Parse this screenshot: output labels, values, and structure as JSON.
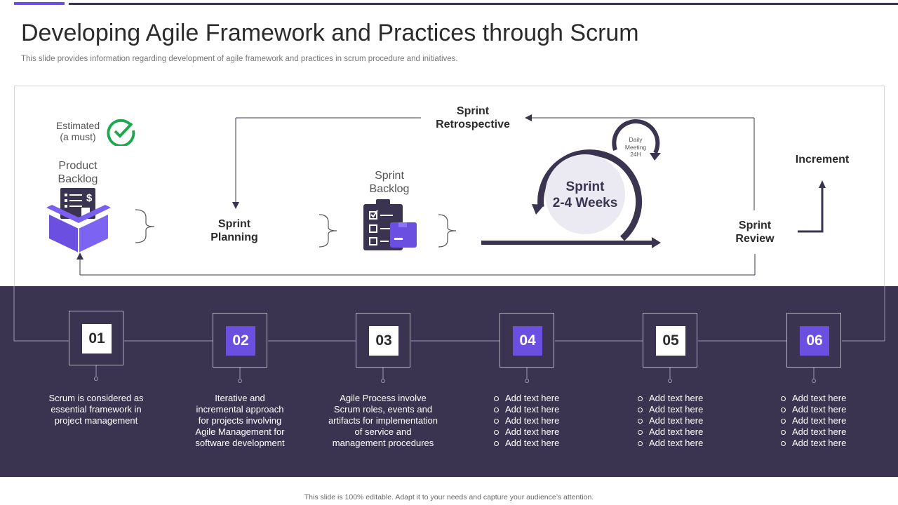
{
  "title": "Developing Agile Framework and Practices through Scrum",
  "subtitle": "This slide provides information regarding development of agile framework and practices in scrum procedure and initiatives.",
  "diagram": {
    "estimated": [
      "Estimated",
      "(a must)"
    ],
    "product_backlog": [
      "Product",
      "Backlog"
    ],
    "sprint_planning": [
      "Sprint",
      "Planning"
    ],
    "sprint_backlog": [
      "Sprint",
      "Backlog"
    ],
    "sprint_retrospective": [
      "Sprint",
      "Retrospective"
    ],
    "sprint_cycle": [
      "Sprint",
      "2-4 Weeks"
    ],
    "daily_meeting": [
      "Daily",
      "Meeting",
      "24H"
    ],
    "sprint_review": [
      "Sprint",
      "Review"
    ],
    "increment": "Increment"
  },
  "steps": [
    {
      "number": "01",
      "style": "white",
      "type": "text",
      "text": [
        "Scrum is considered as",
        "essential framework in",
        "project management"
      ]
    },
    {
      "number": "02",
      "style": "purple",
      "type": "text",
      "text": [
        "Iterative and",
        "incremental approach",
        "for projects involving",
        "Agile Management for",
        "software development"
      ]
    },
    {
      "number": "03",
      "style": "white",
      "type": "text",
      "text": [
        "Agile Process involve",
        "Scrum roles, events and",
        "artifacts for implementation",
        "of service and",
        "management procedures"
      ]
    },
    {
      "number": "04",
      "style": "purple",
      "type": "list",
      "items": [
        "Add text here",
        "Add text here",
        "Add text here",
        "Add text here",
        "Add text here"
      ]
    },
    {
      "number": "05",
      "style": "white",
      "type": "list",
      "items": [
        "Add text here",
        "Add text here",
        "Add text here",
        "Add text here",
        "Add text here"
      ]
    },
    {
      "number": "06",
      "style": "purple",
      "type": "list",
      "items": [
        "Add text here",
        "Add text here",
        "Add text here",
        "Add text here",
        "Add text here"
      ]
    }
  ],
  "footer": "This slide is 100% editable. Adapt it to your needs and capture your audience’s attention.",
  "colors": {
    "dark": "#3b3450",
    "accent": "#6a4fe0",
    "check": "#1fa84f"
  }
}
